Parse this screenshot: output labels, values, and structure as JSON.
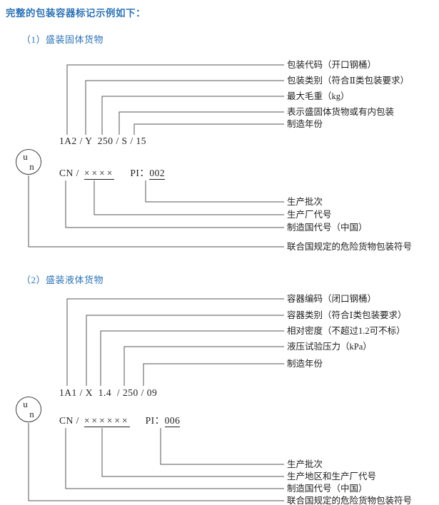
{
  "page": {
    "title": "完整的包装容器标记示例如下："
  },
  "colors": {
    "heading": "#2e74b5",
    "text": "#1f1f1f",
    "line": "#565656"
  },
  "sections": [
    {
      "heading": "（1）盛装固体货物",
      "code": "1A2 / Y  250 / S / 15",
      "un_symbol": {
        "top": "u",
        "bottom": "n"
      },
      "reg_line": {
        "prefix": "CN /",
        "factory": "××××",
        "pi_label": "PI：",
        "pi_value": "002"
      },
      "labels_top": [
        "包装代码（开口钢桶）",
        "包装类别（符合Ⅱ类包装要求）",
        "最大毛重（kg）",
        "表示盛固体货物或有内包装",
        "制造年份"
      ],
      "labels_bottom": [
        "生产批次",
        "生产厂代号",
        "制造国代号（中国）",
        "联合国规定的危险货物包装符号"
      ]
    },
    {
      "heading": "（2）盛装液体货物",
      "code": "1A1 / X  1.4  / 250 / 09",
      "un_symbol": {
        "top": "u",
        "bottom": "n"
      },
      "reg_line": {
        "prefix": "CN /",
        "factory": "××××××",
        "pi_label": "PI：",
        "pi_value": "006"
      },
      "labels_top": [
        "容器编码（闭口钢桶）",
        "容器类别（符合Ⅰ类包装要求）",
        "相对密度（不超过1.2可不标）",
        "液压试验压力（kPa）",
        "制造年份"
      ],
      "labels_bottom": [
        "生产批次",
        "生产地区和生产厂代号",
        "制造国代号（中国）",
        "联合国规定的危险货物包装符号"
      ]
    }
  ]
}
